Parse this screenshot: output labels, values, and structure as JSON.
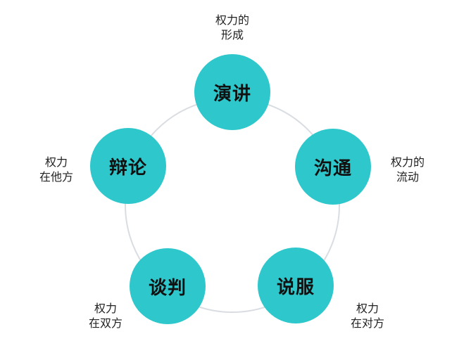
{
  "colors": {
    "node_fill": "#2ec8cc",
    "ring": "#d9dde2",
    "node_text": "#111111",
    "caption_text": "#222222"
  },
  "nodes": [
    {
      "id": "speech",
      "label": "演讲",
      "caption": [
        "权力的",
        "形成"
      ]
    },
    {
      "id": "communicate",
      "label": "沟通",
      "caption": [
        "权力的",
        "流动"
      ]
    },
    {
      "id": "persuade",
      "label": "说服",
      "caption": [
        "权力",
        "在对方"
      ]
    },
    {
      "id": "negotiate",
      "label": "谈判",
      "caption": [
        "权力",
        "在双方"
      ]
    },
    {
      "id": "debate",
      "label": "辩论",
      "caption": [
        "权力",
        "在他方"
      ]
    }
  ]
}
